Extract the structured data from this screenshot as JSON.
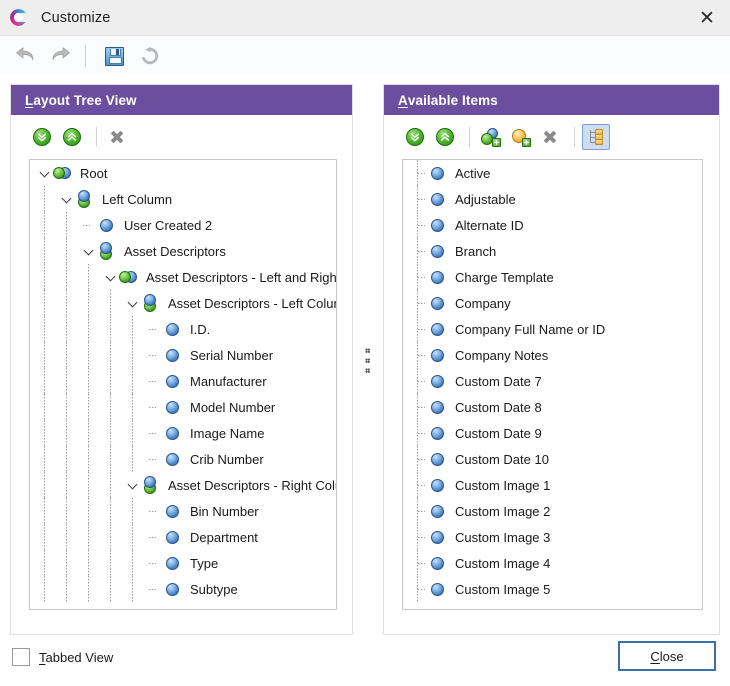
{
  "window": {
    "title": "Customize",
    "app_icon": "c-logo-icon",
    "close_label": "✕"
  },
  "toolbar": {
    "items": [
      {
        "name": "undo-button",
        "icon": "undo-arrow-icon",
        "label": "Undo"
      },
      {
        "name": "redo-button",
        "icon": "redo-arrow-icon",
        "label": "Redo"
      },
      {
        "name": "save-button",
        "icon": "floppy-disk-icon",
        "label": "Save"
      },
      {
        "name": "revert-button",
        "icon": "revert-circular-arrow-icon",
        "label": "Revert"
      }
    ]
  },
  "left_panel": {
    "title": "Layout Tree View",
    "accel": "L",
    "title_rest": "ayout Tree View",
    "toolbar": [
      {
        "name": "expand-all-button",
        "icon": "expand-all-icon",
        "glyph": "»"
      },
      {
        "name": "collapse-all-button",
        "icon": "collapse-all-icon",
        "glyph": "»"
      },
      {
        "name": "delete-button",
        "icon": "delete-x-icon"
      }
    ],
    "tree": [
      {
        "label": "Root",
        "depth": 0,
        "icon": "split-horizontal-icon",
        "expanded": true
      },
      {
        "label": "Left Column",
        "depth": 1,
        "icon": "split-vertical-icon",
        "expanded": true
      },
      {
        "label": "User Created 2",
        "depth": 2,
        "icon": "field-sphere-icon",
        "expanded": null
      },
      {
        "label": "Asset Descriptors",
        "depth": 2,
        "icon": "split-vertical-icon",
        "expanded": true
      },
      {
        "label": "Asset Descriptors - Left and Right",
        "depth": 3,
        "icon": "split-horizontal-icon",
        "expanded": true
      },
      {
        "label": "Asset Descriptors - Left Column",
        "depth": 4,
        "icon": "split-vertical-icon",
        "expanded": true
      },
      {
        "label": "I.D.",
        "depth": 5,
        "icon": "field-sphere-icon",
        "expanded": null
      },
      {
        "label": "Serial Number",
        "depth": 5,
        "icon": "field-sphere-icon",
        "expanded": null
      },
      {
        "label": "Manufacturer",
        "depth": 5,
        "icon": "field-sphere-icon",
        "expanded": null
      },
      {
        "label": "Model Number",
        "depth": 5,
        "icon": "field-sphere-icon",
        "expanded": null
      },
      {
        "label": "Image Name",
        "depth": 5,
        "icon": "field-sphere-icon",
        "expanded": null
      },
      {
        "label": "Crib Number",
        "depth": 5,
        "icon": "field-sphere-icon",
        "expanded": null
      },
      {
        "label": "Asset Descriptors - Right Column",
        "depth": 4,
        "icon": "split-vertical-icon",
        "expanded": true
      },
      {
        "label": "Bin Number",
        "depth": 5,
        "icon": "field-sphere-icon",
        "expanded": null
      },
      {
        "label": "Department",
        "depth": 5,
        "icon": "field-sphere-icon",
        "expanded": null
      },
      {
        "label": "Type",
        "depth": 5,
        "icon": "field-sphere-icon",
        "expanded": null
      },
      {
        "label": "Subtype",
        "depth": 5,
        "icon": "field-sphere-icon",
        "expanded": null
      }
    ]
  },
  "right_panel": {
    "title": "Available Items",
    "accel": "A",
    "title_rest": "vailable Items",
    "toolbar": [
      {
        "name": "expand-all-button",
        "icon": "expand-all-icon",
        "glyph": "»"
      },
      {
        "name": "collapse-all-button",
        "icon": "collapse-all-icon",
        "glyph": "»"
      },
      {
        "name": "add-field-button",
        "icon": "add-blue-sphere-icon"
      },
      {
        "name": "add-group-button",
        "icon": "add-orange-sphere-icon"
      },
      {
        "name": "delete-button",
        "icon": "delete-x-icon"
      },
      {
        "name": "tree-view-toggle-button",
        "icon": "hierarchy-folders-icon",
        "toggled": true
      }
    ],
    "items": [
      "Active",
      "Adjustable",
      "Alternate ID",
      "Branch",
      "Charge Template",
      "Company",
      "Company Full Name or ID",
      "Company Notes",
      "Custom Date 7",
      "Custom Date 8",
      "Custom Date 9",
      "Custom Date 10",
      "Custom Image 1",
      "Custom Image 2",
      "Custom Image 3",
      "Custom Image 4",
      "Custom Image 5"
    ]
  },
  "splitter": {
    "name": "panel-splitter"
  },
  "footer": {
    "checkbox": {
      "label": "Tabbed View",
      "accel": "T",
      "label_rest": "abbed View",
      "checked": false
    },
    "close_button": {
      "accel": "C",
      "label_rest": "lose",
      "label": "Close"
    }
  },
  "colors": {
    "header_purple": "#6b4f9e",
    "titlebar": "#eeeeee",
    "toolbar_bg": "#fbfcfe",
    "focus_border": "#3b6ea5",
    "sphere_blue": "#3a74bd",
    "sphere_green": "#3a9a1c",
    "sphere_orange": "#f5a623"
  }
}
